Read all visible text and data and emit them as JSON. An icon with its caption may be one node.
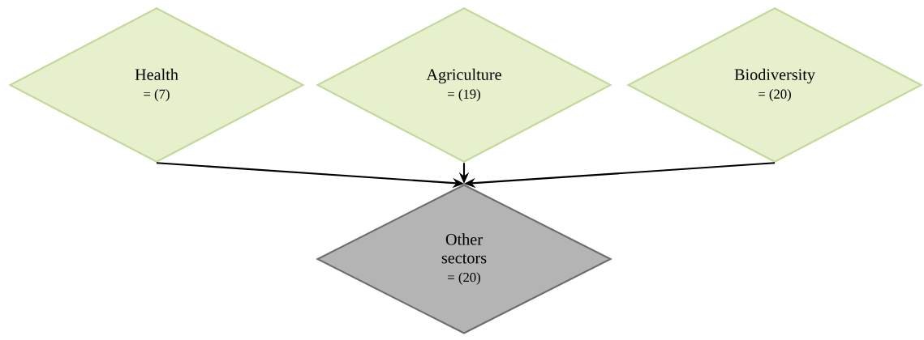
{
  "diagram": {
    "nodes": [
      {
        "text": [
          "Health",
          "= (7)"
        ]
      },
      {
        "text": [
          "Agriculture",
          "= (19)"
        ]
      },
      {
        "text": [
          "Biodiversity",
          "= (20)"
        ]
      },
      {
        "text": [
          "Other sectors",
          "= (20)"
        ]
      }
    ],
    "edges": [
      {
        "from": 0,
        "to": 3,
        "arrow": "to"
      },
      {
        "from": 1,
        "to": 3,
        "arrow": "to"
      },
      {
        "from": 2,
        "to": 3,
        "arrow": "to"
      }
    ]
  }
}
